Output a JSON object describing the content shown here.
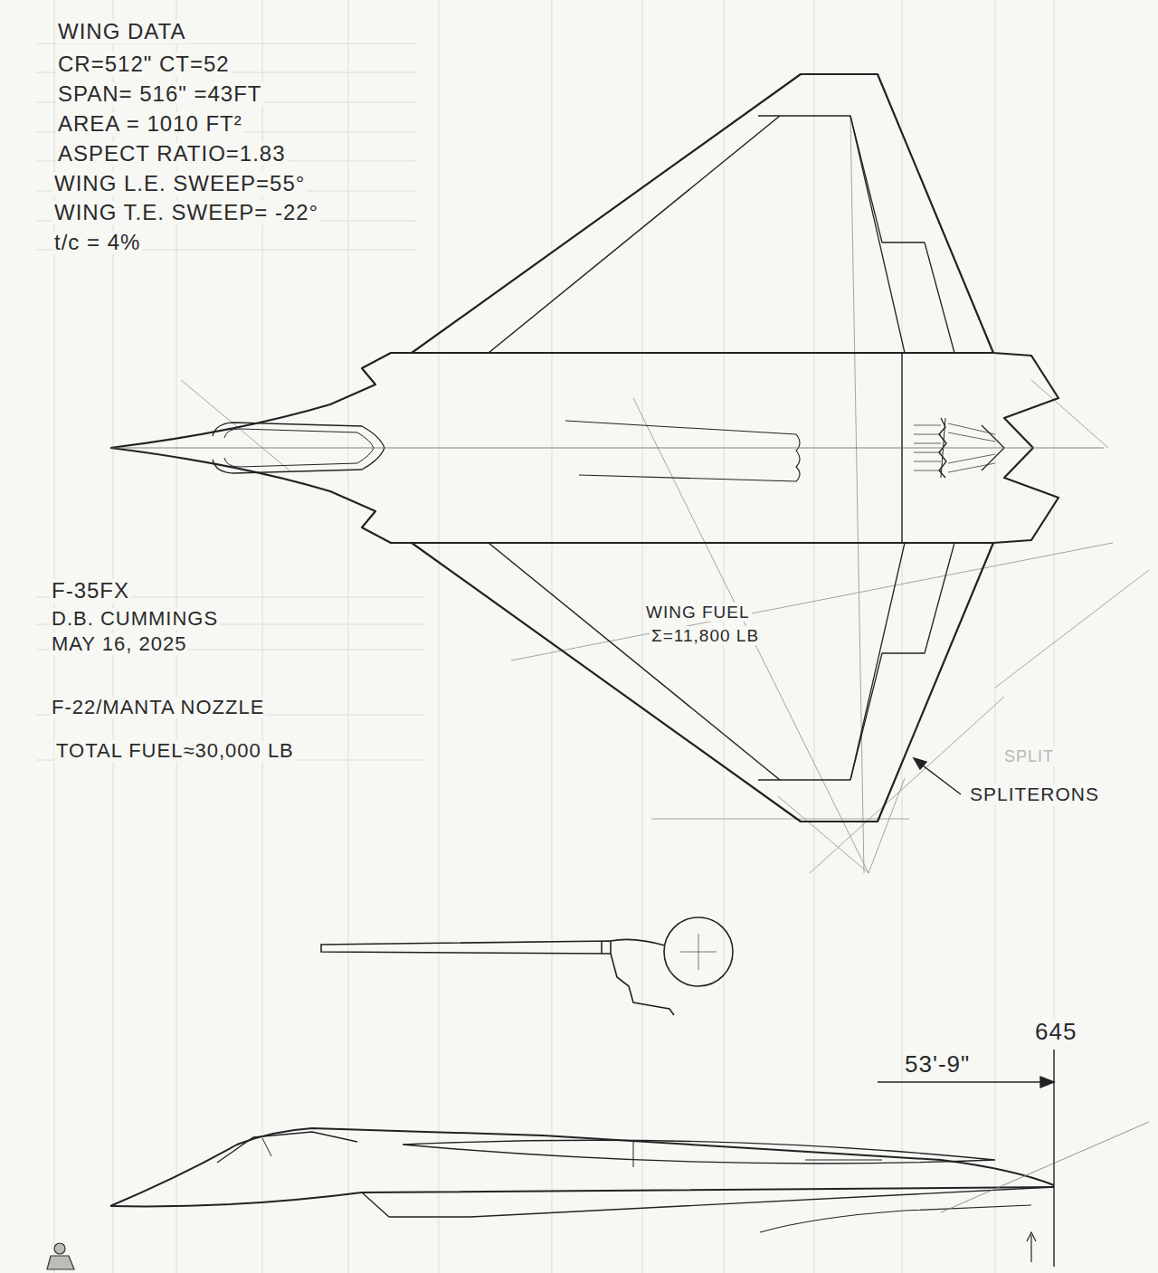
{
  "diagram": {
    "labels": [
      "WING DATA",
      "CR=512\" CT=52",
      "SPAN= 516\" =43FT",
      "AREA = 1010 FT²",
      "ASPECT RATIO=1.83",
      "WING L.E. SWEEP=55°",
      "WING T.E. SWEEP= -22°",
      "t/c = 4%",
      "F-35FX",
      "D.B. CUMMINGS",
      "MAY 16, 2025",
      "F-22/MANTA NOZZLE",
      "TOTAL FUEL≈30,000 LB",
      "WING FUEL",
      "Σ=11,800 LB",
      "SPLITERONS",
      "SPLIT",
      "53'-9\"",
      "645"
    ]
  }
}
